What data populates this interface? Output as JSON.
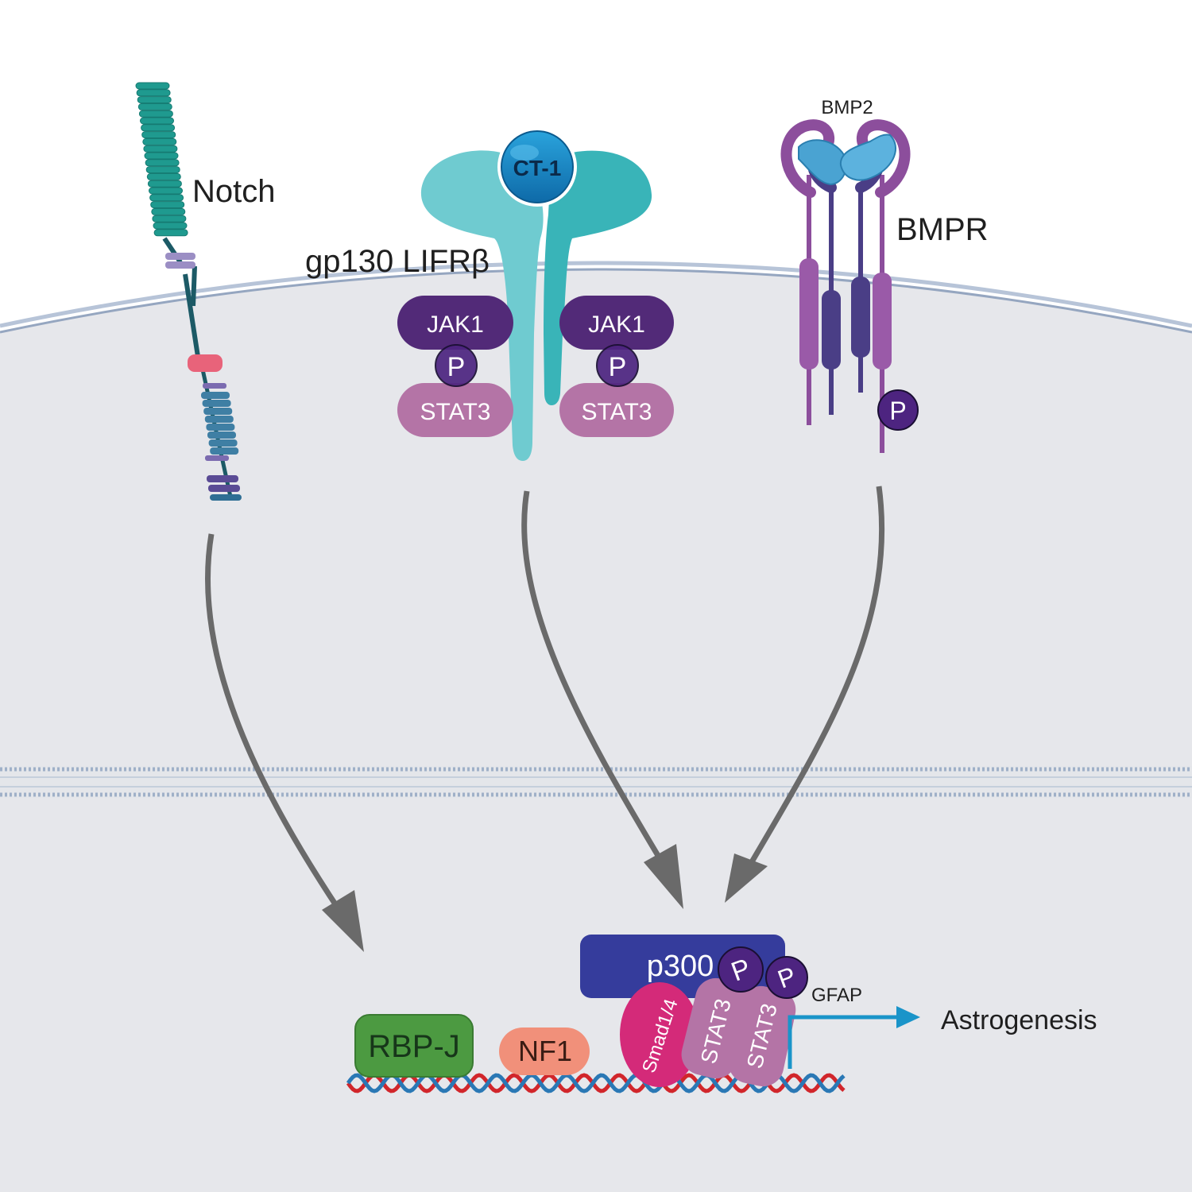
{
  "labels": {
    "notch": "Notch",
    "gp130_lifr": "gp130 LIFRβ",
    "ct1": "CT-1",
    "jak1_left": "JAK1",
    "jak1_right": "JAK1",
    "stat3_left": "STAT3",
    "stat3_right": "STAT3",
    "p_left": "P",
    "p_right": "P",
    "bmp2": "BMP2",
    "bmpr": "BMPR",
    "p_bmpr": "P",
    "p300": "p300",
    "p_nuc_1": "P",
    "p_nuc_2": "P",
    "smad": "Smad1/4",
    "stat3_nuc_1": "STAT3",
    "stat3_nuc_2": "STAT3",
    "gfap": "GFAP",
    "astrogenesis": "Astrogenesis",
    "rbpj": "RBP-J",
    "nf1": "NF1"
  },
  "colors": {
    "cytoplasm": "#e6e7eb",
    "membrane": "#a9b8cf",
    "notch": "#1f9a8f",
    "gp130": "#6fcbd0",
    "lifr": "#39b4b8",
    "ct1": "#1a86c6",
    "jak1": "#522a78",
    "stat3": "#b474a6",
    "phospho": "#4d2480",
    "bmpr_outer": "#8c4e9c",
    "bmpr_inner": "#4a3e86",
    "bmp2": "#4aa3d2",
    "p300": "#353c9c",
    "smad": "#d42a79",
    "rbpj": "#4c9a41",
    "nf1": "#f1907a",
    "arrow": "#6a6a6a",
    "transcription": "#1a94c9"
  }
}
